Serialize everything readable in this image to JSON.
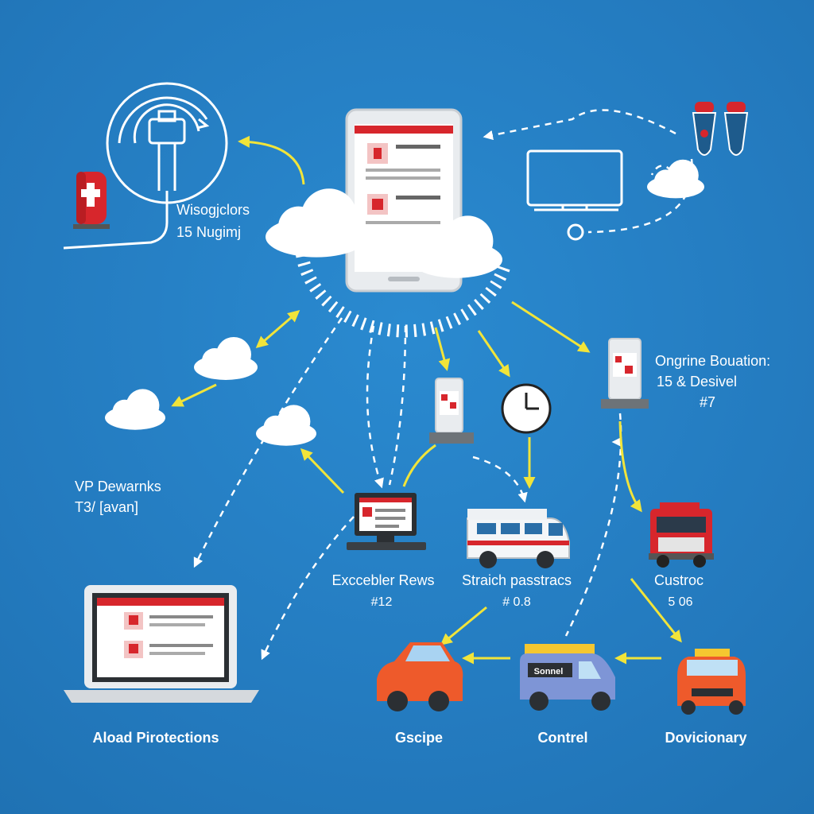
{
  "colors": {
    "background": "#2379bd",
    "arrow_yellow": "#f1e43a",
    "dashed_white": "#ffffff",
    "accent_red": "#d7262c",
    "vehicle_orange": "#ee5a2b",
    "van_blue": "#7e95d6"
  },
  "top_left": {
    "line1": "Wisogjclors",
    "line2": "15 Nugimj"
  },
  "top_right_node": {
    "line1": "Ongrine Bouation:",
    "line2": "15 & Desivel",
    "line3": "#7"
  },
  "left_mid": {
    "line1": "VP Dewarnks",
    "line2": "T3/ [avan]"
  },
  "monitor_node": {
    "title": "Exccebler Rews",
    "code": "#12"
  },
  "ambulance_node": {
    "title": "Straich passtracs",
    "code": "# 0.8"
  },
  "firetruck_node": {
    "title": "Custroc",
    "code": "5 06"
  },
  "laptop_label": "Aload Pirotections",
  "car_label": "Gscipe",
  "van_label": "Contrel",
  "taxi_label": "Dovicionary",
  "van_sign": "Sonnel",
  "icons": [
    "server-tower-icon",
    "fire-hydrant-icon",
    "smartphone-icon",
    "cloud-icon",
    "monitor-icon",
    "pin-marker-icon",
    "kiosk-icon",
    "clock-icon",
    "laptop-icon",
    "ambulance-icon",
    "fire-truck-icon",
    "car-icon",
    "van-icon",
    "taxi-icon"
  ]
}
